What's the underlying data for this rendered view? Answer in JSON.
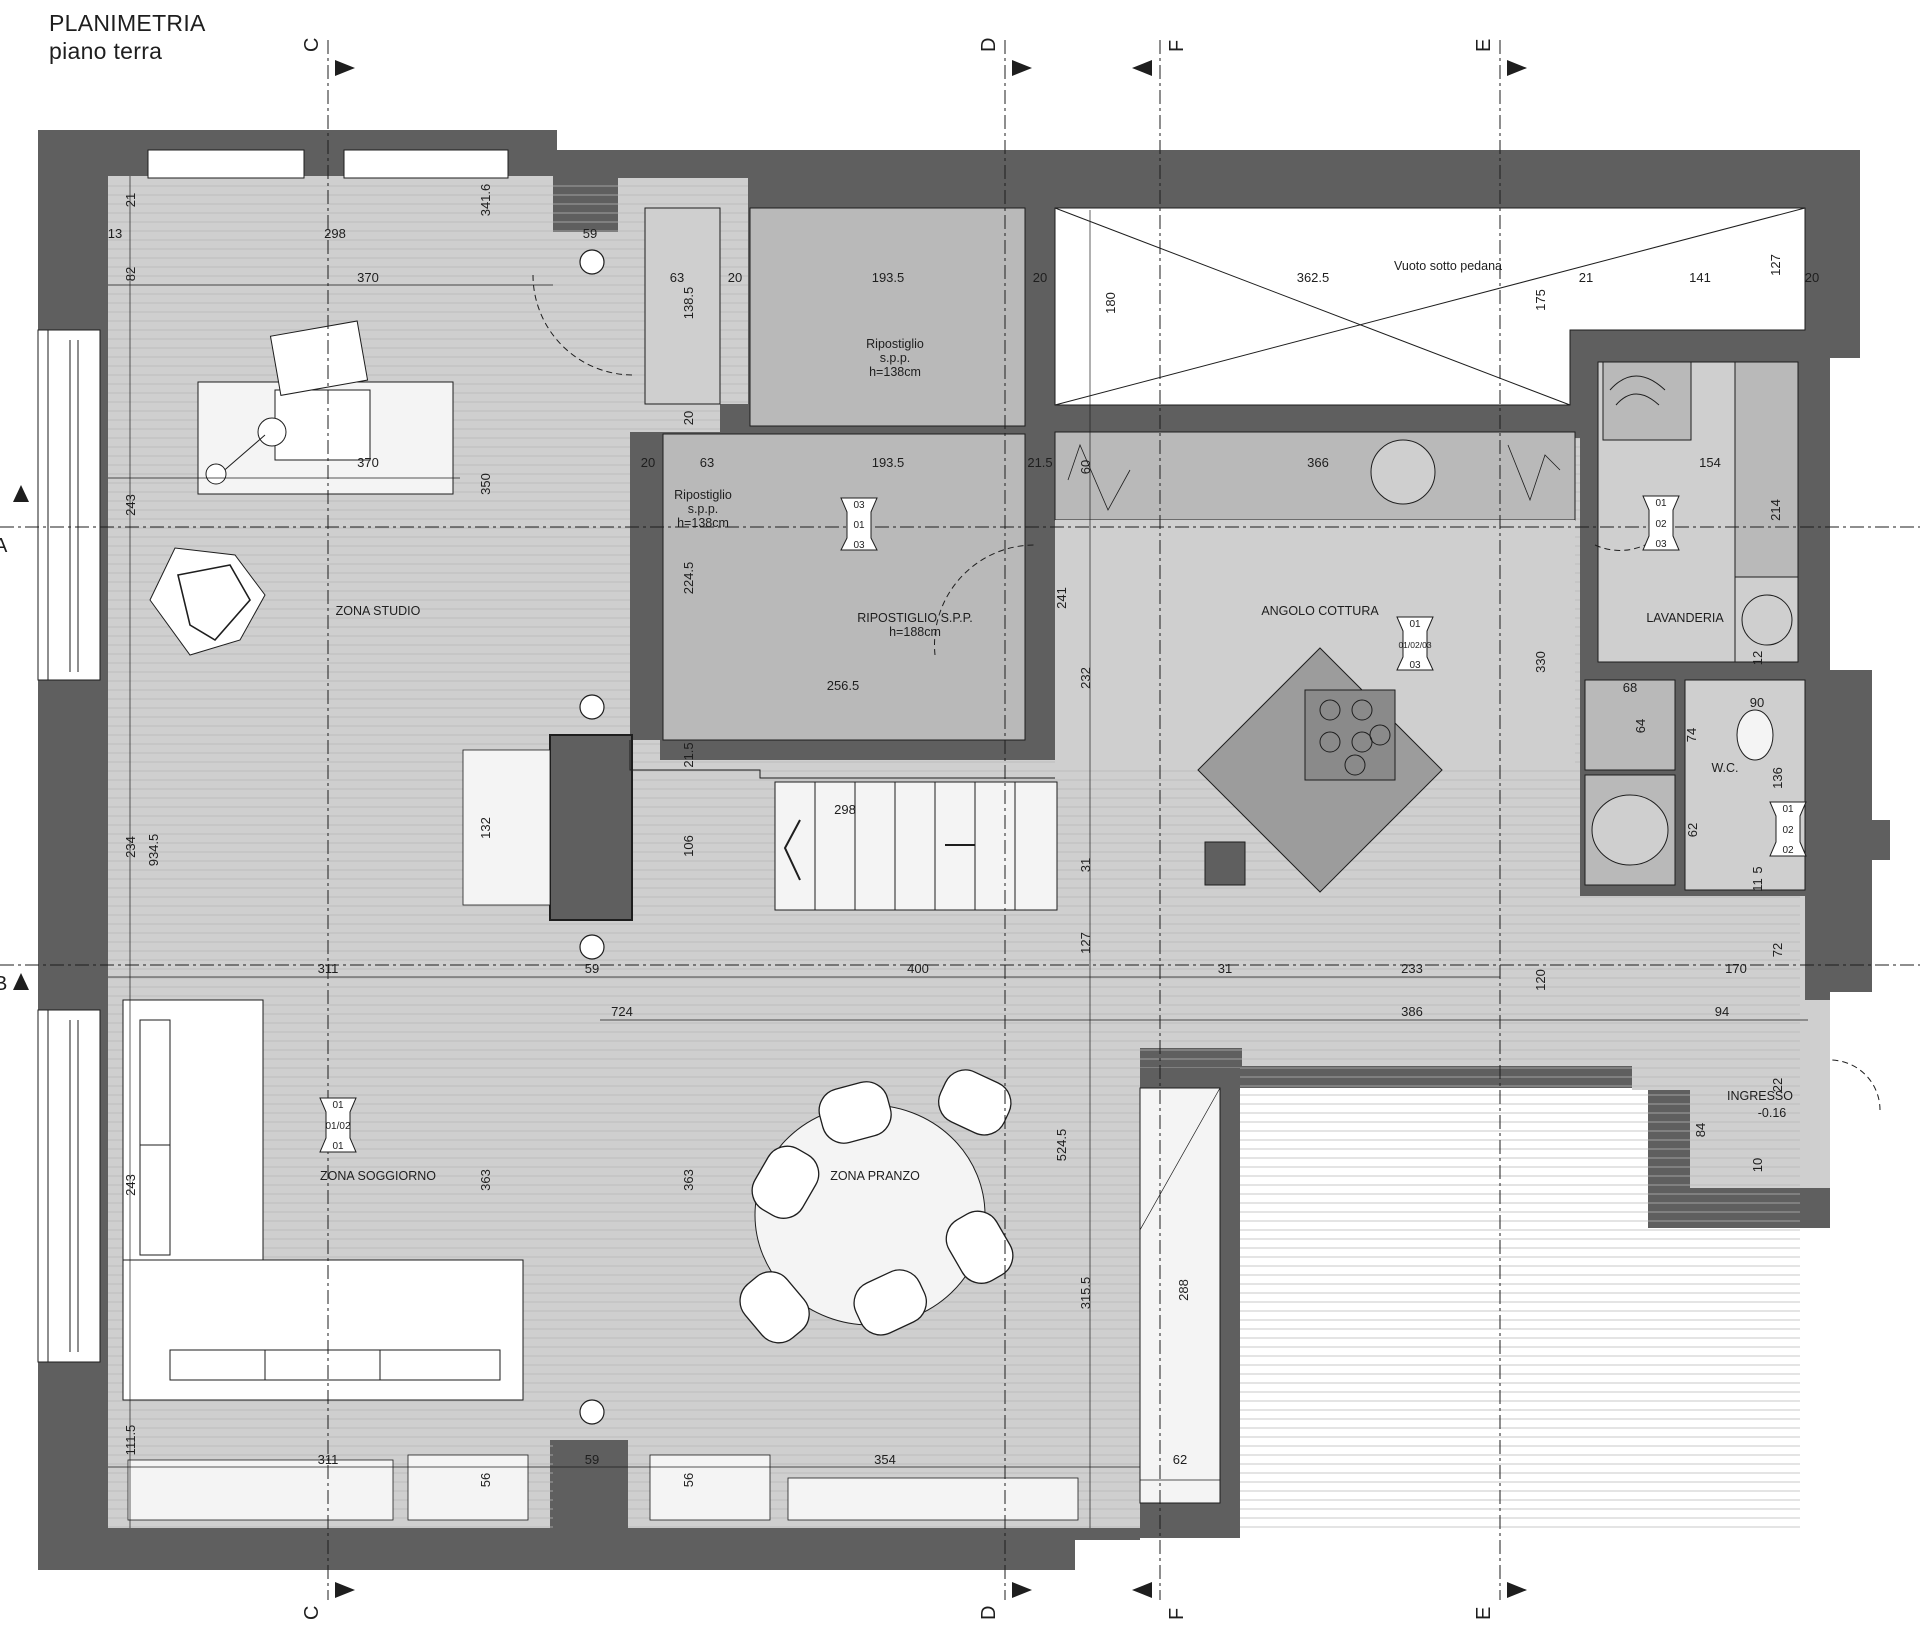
{
  "title": {
    "line1": "PLANIMETRIA",
    "line2": "piano terra"
  },
  "colors": {
    "wall": "#5f5f5f",
    "floor": "#cfcfcf",
    "storage": "#b9b9b9",
    "void": "#ffffff",
    "line": "#1e1e1e",
    "furniture": "#f4f4f4"
  },
  "section_marks": {
    "A": "A",
    "B": "B",
    "C": "C",
    "D": "D",
    "E": "E",
    "F": "F"
  },
  "rooms": {
    "studio": "ZONA STUDIO",
    "soggiorno": "ZONA SOGGIORNO",
    "pranzo": "ZONA PRANZO",
    "cottura": "ANGOLO COTTURA",
    "lavanderia": "LAVANDERIA",
    "wc": "W.C.",
    "ingresso": "INGRESSO",
    "level": "-0.16",
    "vuoto": "Vuoto sotto pedana",
    "rip1": [
      "Ripostiglio",
      "s.p.p.",
      "h=138cm"
    ],
    "rip2": [
      "Ripostiglio",
      "s.p.p.",
      "h=138cm"
    ],
    "rip3": [
      "RIPOSTIGLIO S.P.P.",
      "h=188cm"
    ]
  },
  "tags": {
    "t1": [
      "03",
      "01",
      "03"
    ],
    "t2": [
      "01",
      "01/02/03",
      "03"
    ],
    "t3": [
      "01",
      "02",
      "03"
    ],
    "t4": [
      "01",
      "02",
      "02"
    ],
    "t5": [
      "01",
      "01/02",
      "01"
    ]
  },
  "dims": {
    "d01": "21",
    "d02": "13",
    "d03": "298",
    "d04": "341.6",
    "d05": "82",
    "d06": "370",
    "d07": "59",
    "d08": "63",
    "d09": "20",
    "d10": "138.5",
    "d11": "193.5",
    "d12": "20",
    "d13": "180",
    "d14": "362.5",
    "d15": "175",
    "d16": "21",
    "d17": "141",
    "d18": "127",
    "d19": "20",
    "d20": "370",
    "d21": "350",
    "d22": "20",
    "d23": "20",
    "d24": "63",
    "d25": "193.5",
    "d26": "21.5",
    "d27": "60",
    "d28": "366",
    "d29": "154",
    "d30": "214",
    "d31": "243",
    "d32": "224.5",
    "d33": "241",
    "d34": "330",
    "d35": "12",
    "d36": "256.5",
    "d37": "232",
    "d38": "68",
    "d39": "90",
    "d40": "64",
    "d41": "74",
    "d42": "21.5",
    "d43": "132",
    "d44": "106",
    "d45": "298",
    "d46": "136",
    "d47": "62",
    "d48": "234",
    "d49": "934.5",
    "d50": "31",
    "d51": "5",
    "d52": "11",
    "d53": "72",
    "d54": "311",
    "d55": "59",
    "d56": "400",
    "d57": "127",
    "d58": "31",
    "d59": "233",
    "d60": "120",
    "d61": "170",
    "d62": "724",
    "d63": "386",
    "d64": "94",
    "d65": "22",
    "d66": "84",
    "d67": "10",
    "d68": "243",
    "d69": "363",
    "d70": "363",
    "d71": "524.5",
    "d72": "315.5",
    "d73": "288",
    "d74": "111.5",
    "d75": "311",
    "d76": "56",
    "d77": "59",
    "d78": "56",
    "d79": "354",
    "d80": "62"
  }
}
